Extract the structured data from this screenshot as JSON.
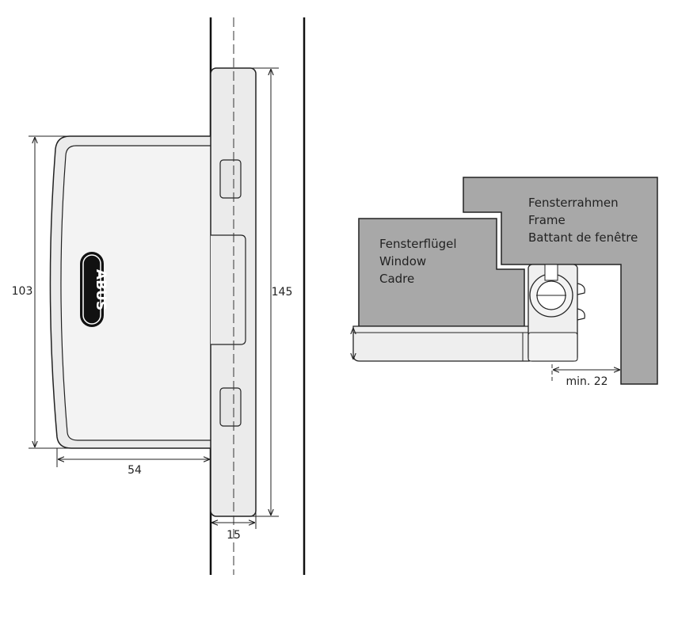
{
  "dimensions": {
    "height_lock": "103",
    "depth_lock": "54",
    "height_plate": "145",
    "width_plate": "15",
    "min_gap": "min. 22"
  },
  "logo": {
    "text": "ABUS"
  },
  "section": {
    "frame": {
      "line1": "Fensterrahmen",
      "line2": "Frame",
      "line3": "Battant de fenêtre"
    },
    "sash": {
      "line1": "Fensterflügel",
      "line2": "Window",
      "line3": "Cadre"
    }
  }
}
